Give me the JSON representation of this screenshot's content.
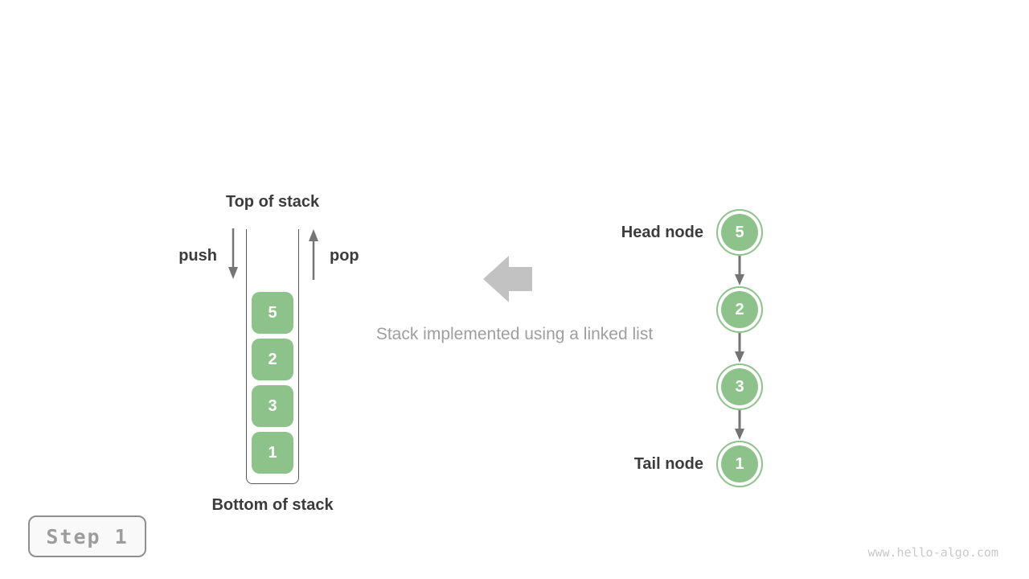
{
  "diagram": {
    "stack": {
      "top_label": "Top of stack",
      "bottom_label": "Bottom of stack",
      "push_label": "push",
      "pop_label": "pop",
      "items": [
        "5",
        "2",
        "3",
        "1"
      ]
    },
    "caption": "Stack implemented using a linked list",
    "linked_list": {
      "head_label": "Head node",
      "tail_label": "Tail node",
      "nodes": [
        "5",
        "2",
        "3",
        "1"
      ]
    },
    "step_badge": {
      "label": "Step 1"
    },
    "watermark": "www.hello-algo.com",
    "icons": {
      "push_arrow": "arrow-down",
      "pop_arrow": "arrow-up",
      "transform_arrow": "block-arrow-left",
      "link_arrows": "arrow-down"
    },
    "colors": {
      "node_green": "#8DC38A",
      "text_dark": "#3C3C3C",
      "arrow_gray": "#757575",
      "container_border": "#5A5A5A",
      "block_arrow_gray": "#C2C2C2",
      "caption_gray": "#9E9E9E",
      "step_text_gray": "#9C9C9C",
      "step_border": "#8F8F8F",
      "step_bg": "#F9F9F9",
      "watermark_gray": "#C9C9C9"
    }
  }
}
